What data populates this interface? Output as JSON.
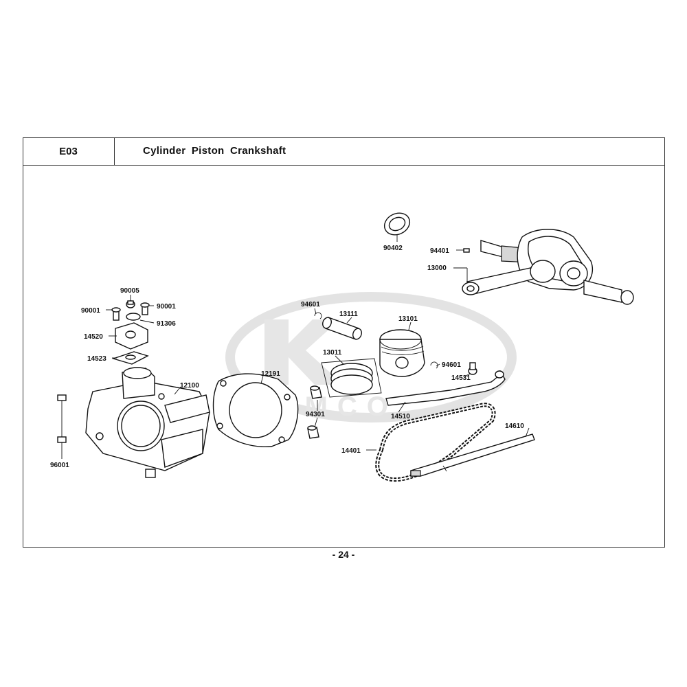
{
  "header": {
    "section_code": "E03",
    "title": "Cylinder  Piston  Crankshaft"
  },
  "watermark": {
    "brand": "KYMCO"
  },
  "parts": {
    "p90402": "90402",
    "p94401": "94401",
    "p13000": "13000",
    "p90005": "90005",
    "p90001a": "90001",
    "p90001b": "90001",
    "p91306": "91306",
    "p14520": "14520",
    "p14523": "14523",
    "p94601a": "94601",
    "p13111": "13111",
    "p13101": "13101",
    "p13011": "13011",
    "p94601b": "94601",
    "p14531": "14531",
    "p12100": "12100",
    "p12191": "12191",
    "p94301": "94301",
    "p14510": "14510",
    "p96001": "96001",
    "p14610": "14610",
    "p14401": "14401"
  },
  "footer": {
    "page_number": "- 24 -"
  }
}
